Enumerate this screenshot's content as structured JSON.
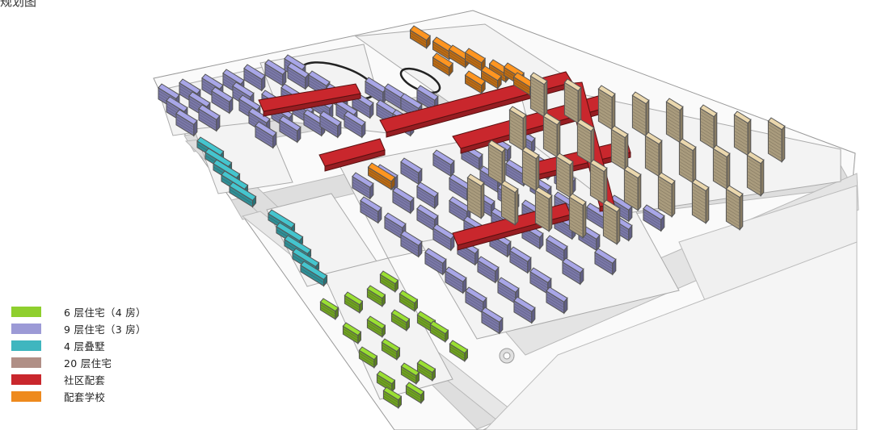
{
  "corner_fragment": "规划图",
  "legend": {
    "items": [
      {
        "label": "6 层住宅（4 房）",
        "color": "#8fcf2e"
      },
      {
        "label": "9 层住宅（3 房）",
        "color": "#9c9ad6"
      },
      {
        "label": "4 层叠墅",
        "color": "#3fb6bf"
      },
      {
        "label": "20 层住宅",
        "color": "#b08f86"
      },
      {
        "label": "社区配套",
        "color": "#c9272d"
      },
      {
        "label": "配套学校",
        "color": "#ee8a1e"
      }
    ]
  },
  "palette": {
    "road": "#dedede",
    "road_edge": "#b9b9b9",
    "block": "#f3f3f3",
    "tower": "#d9c7a0",
    "tower_dark": "#a8946c"
  }
}
